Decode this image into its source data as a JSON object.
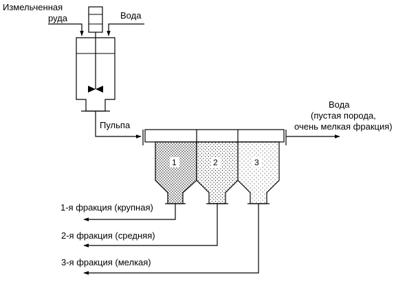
{
  "labels": {
    "ore_line1": "Измельченная",
    "ore_line2": "руда",
    "water_in": "Вода",
    "pulp": "Пульпа",
    "water_out_line1": "Вода",
    "water_out_line2": "(пустая порода,",
    "water_out_line3": "очень мелкая фракция)",
    "fraction_1": "1-я фракция (крупная)",
    "fraction_2": "2-я фракция (средняя)",
    "fraction_3": "3-я фракция (мелкая)"
  },
  "chambers": [
    "1",
    "2",
    "3"
  ],
  "colors": {
    "line": "#000000",
    "background": "#ffffff",
    "stipple": "#000000"
  }
}
